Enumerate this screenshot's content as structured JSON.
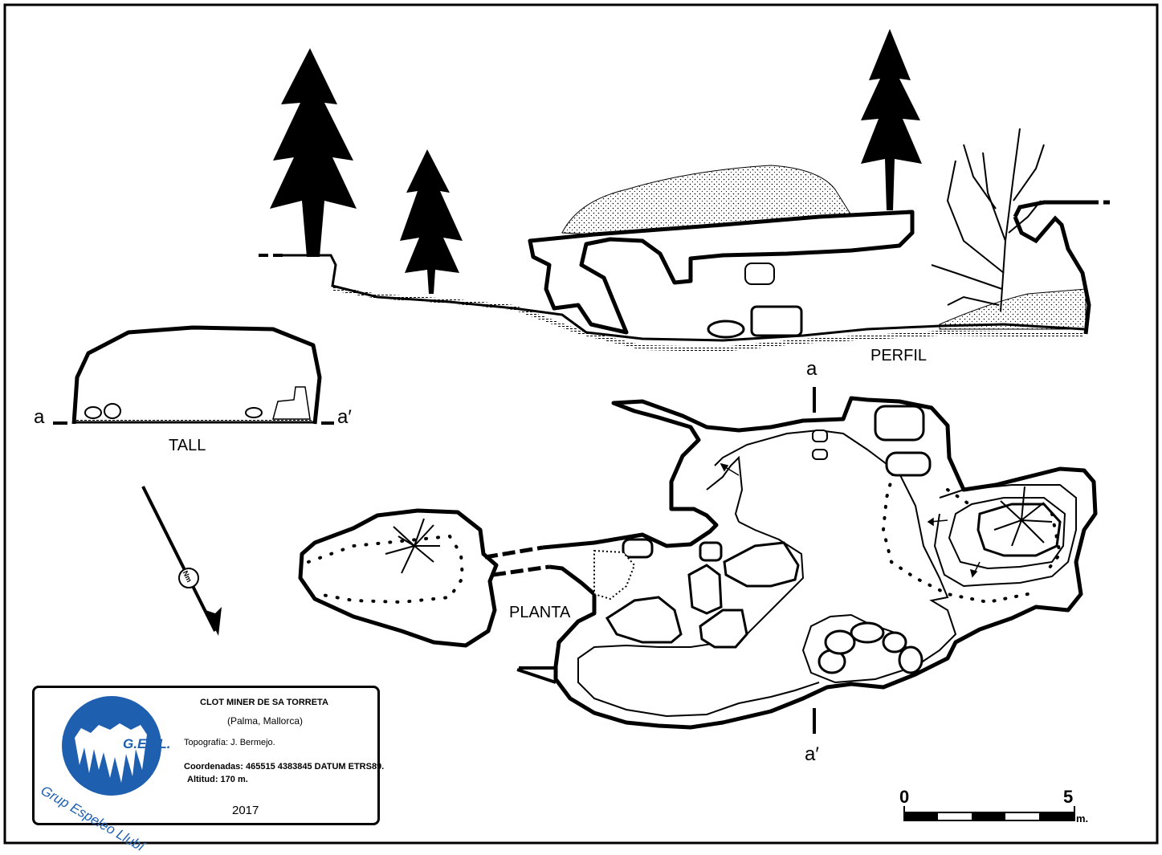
{
  "sections": {
    "profile_label": "PERFIL",
    "cross_section_label": "TALL",
    "plan_label": "PLANTA"
  },
  "markers": {
    "a": "a",
    "a_prime": "a′"
  },
  "north_arrow": {
    "label": "Nm",
    "icon": "north-arrow-icon"
  },
  "info": {
    "title": "CLOT MINER DE SA TORRETA",
    "location": "(Palma, Mallorca)",
    "survey": "Topografía: J. Bermejo.",
    "coordinates": "Coordenadas: 465515 4383845  DATUM ETRS89.",
    "altitude": "Altitud: 170 m.",
    "year": "2017"
  },
  "logo": {
    "abbr": "G.E.LL.",
    "name": "Grup Espeleo Llubí",
    "color": "#1f5fb0"
  },
  "scale_bar": {
    "start": "0",
    "end": "5",
    "unit": "m."
  }
}
